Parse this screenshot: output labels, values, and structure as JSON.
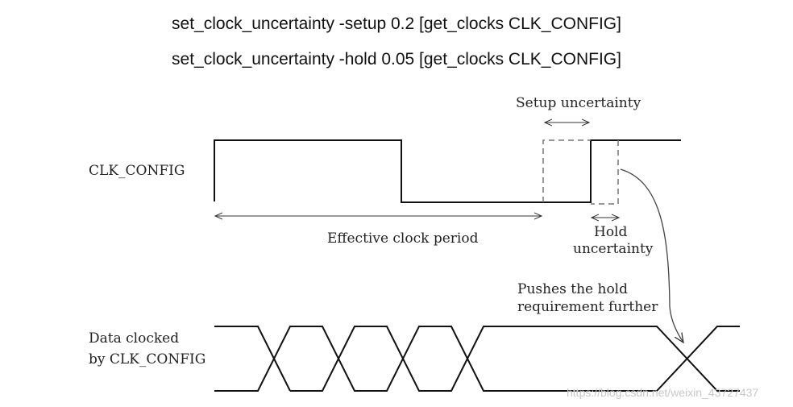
{
  "commands": [
    "set_clock_uncertainty -setup 0.2 [get_clocks CLK_CONFIG]",
    "set_clock_uncertainty -hold 0.05 [get_clocks CLK_CONFIG]"
  ],
  "labels": {
    "clock": "CLK_CONFIG",
    "setup": "Setup uncertainty",
    "hold1": "Hold",
    "hold2": "uncertainty",
    "period": "Effective clock period",
    "push1": "Pushes the hold",
    "push2": "requirement further",
    "data1": "Data clocked",
    "data2": "by CLK_CONFIG"
  },
  "watermark": "https://blog.csdn.net/weixin_43727437"
}
